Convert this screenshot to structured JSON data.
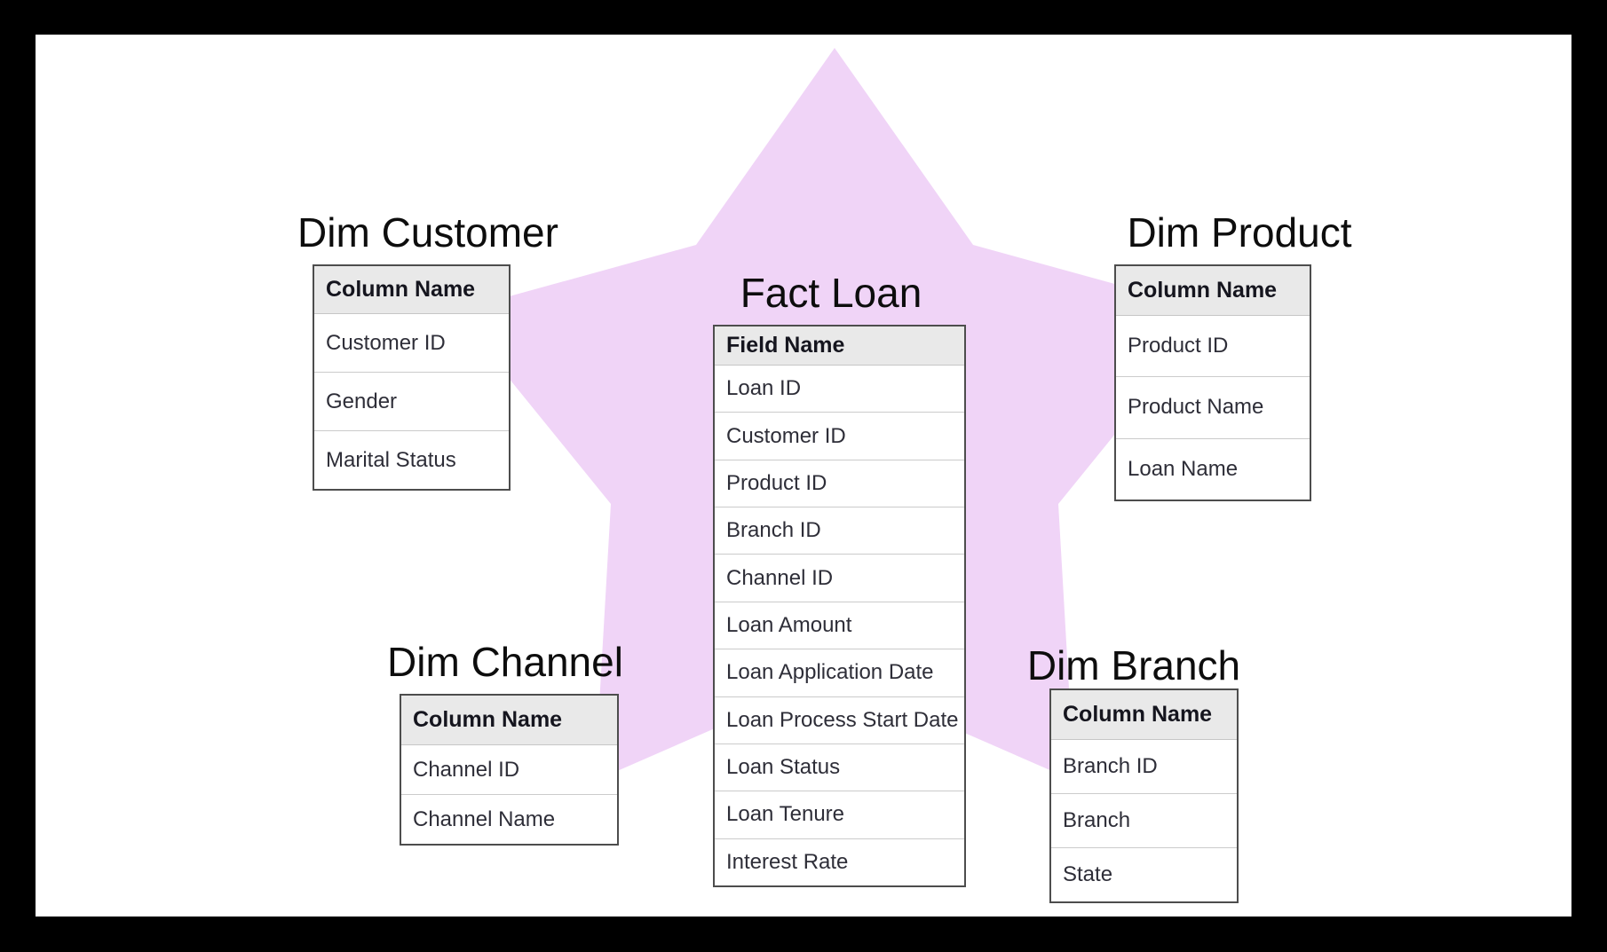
{
  "diagram": {
    "type": "star-schema",
    "colors": {
      "star_fill": "#f0d4f7",
      "header_background": "#e9e9e9",
      "table_border": "#4d4d4d",
      "frame_background": "#000000",
      "content_background": "#ffffff"
    }
  },
  "tables": {
    "fact_loan": {
      "title": "Fact Loan",
      "header": "Field Name",
      "rows": [
        "Loan ID",
        "Customer ID",
        "Product ID",
        "Branch ID",
        "Channel ID",
        "Loan Amount",
        "Loan Application Date",
        "Loan Process Start Date",
        "Loan Status",
        "Loan Tenure",
        "Interest Rate"
      ]
    },
    "dim_customer": {
      "title": "Dim Customer",
      "header": "Column Name",
      "rows": [
        "Customer ID",
        "Gender",
        "Marital Status"
      ]
    },
    "dim_product": {
      "title": "Dim Product",
      "header": "Column Name",
      "rows": [
        "Product ID",
        "Product Name",
        "Loan Name"
      ]
    },
    "dim_channel": {
      "title": "Dim Channel",
      "header": "Column Name",
      "rows": [
        "Channel ID",
        "Channel Name"
      ]
    },
    "dim_branch": {
      "title": "Dim Branch",
      "header": "Column Name",
      "rows": [
        "Branch ID",
        "Branch",
        "State"
      ]
    }
  }
}
